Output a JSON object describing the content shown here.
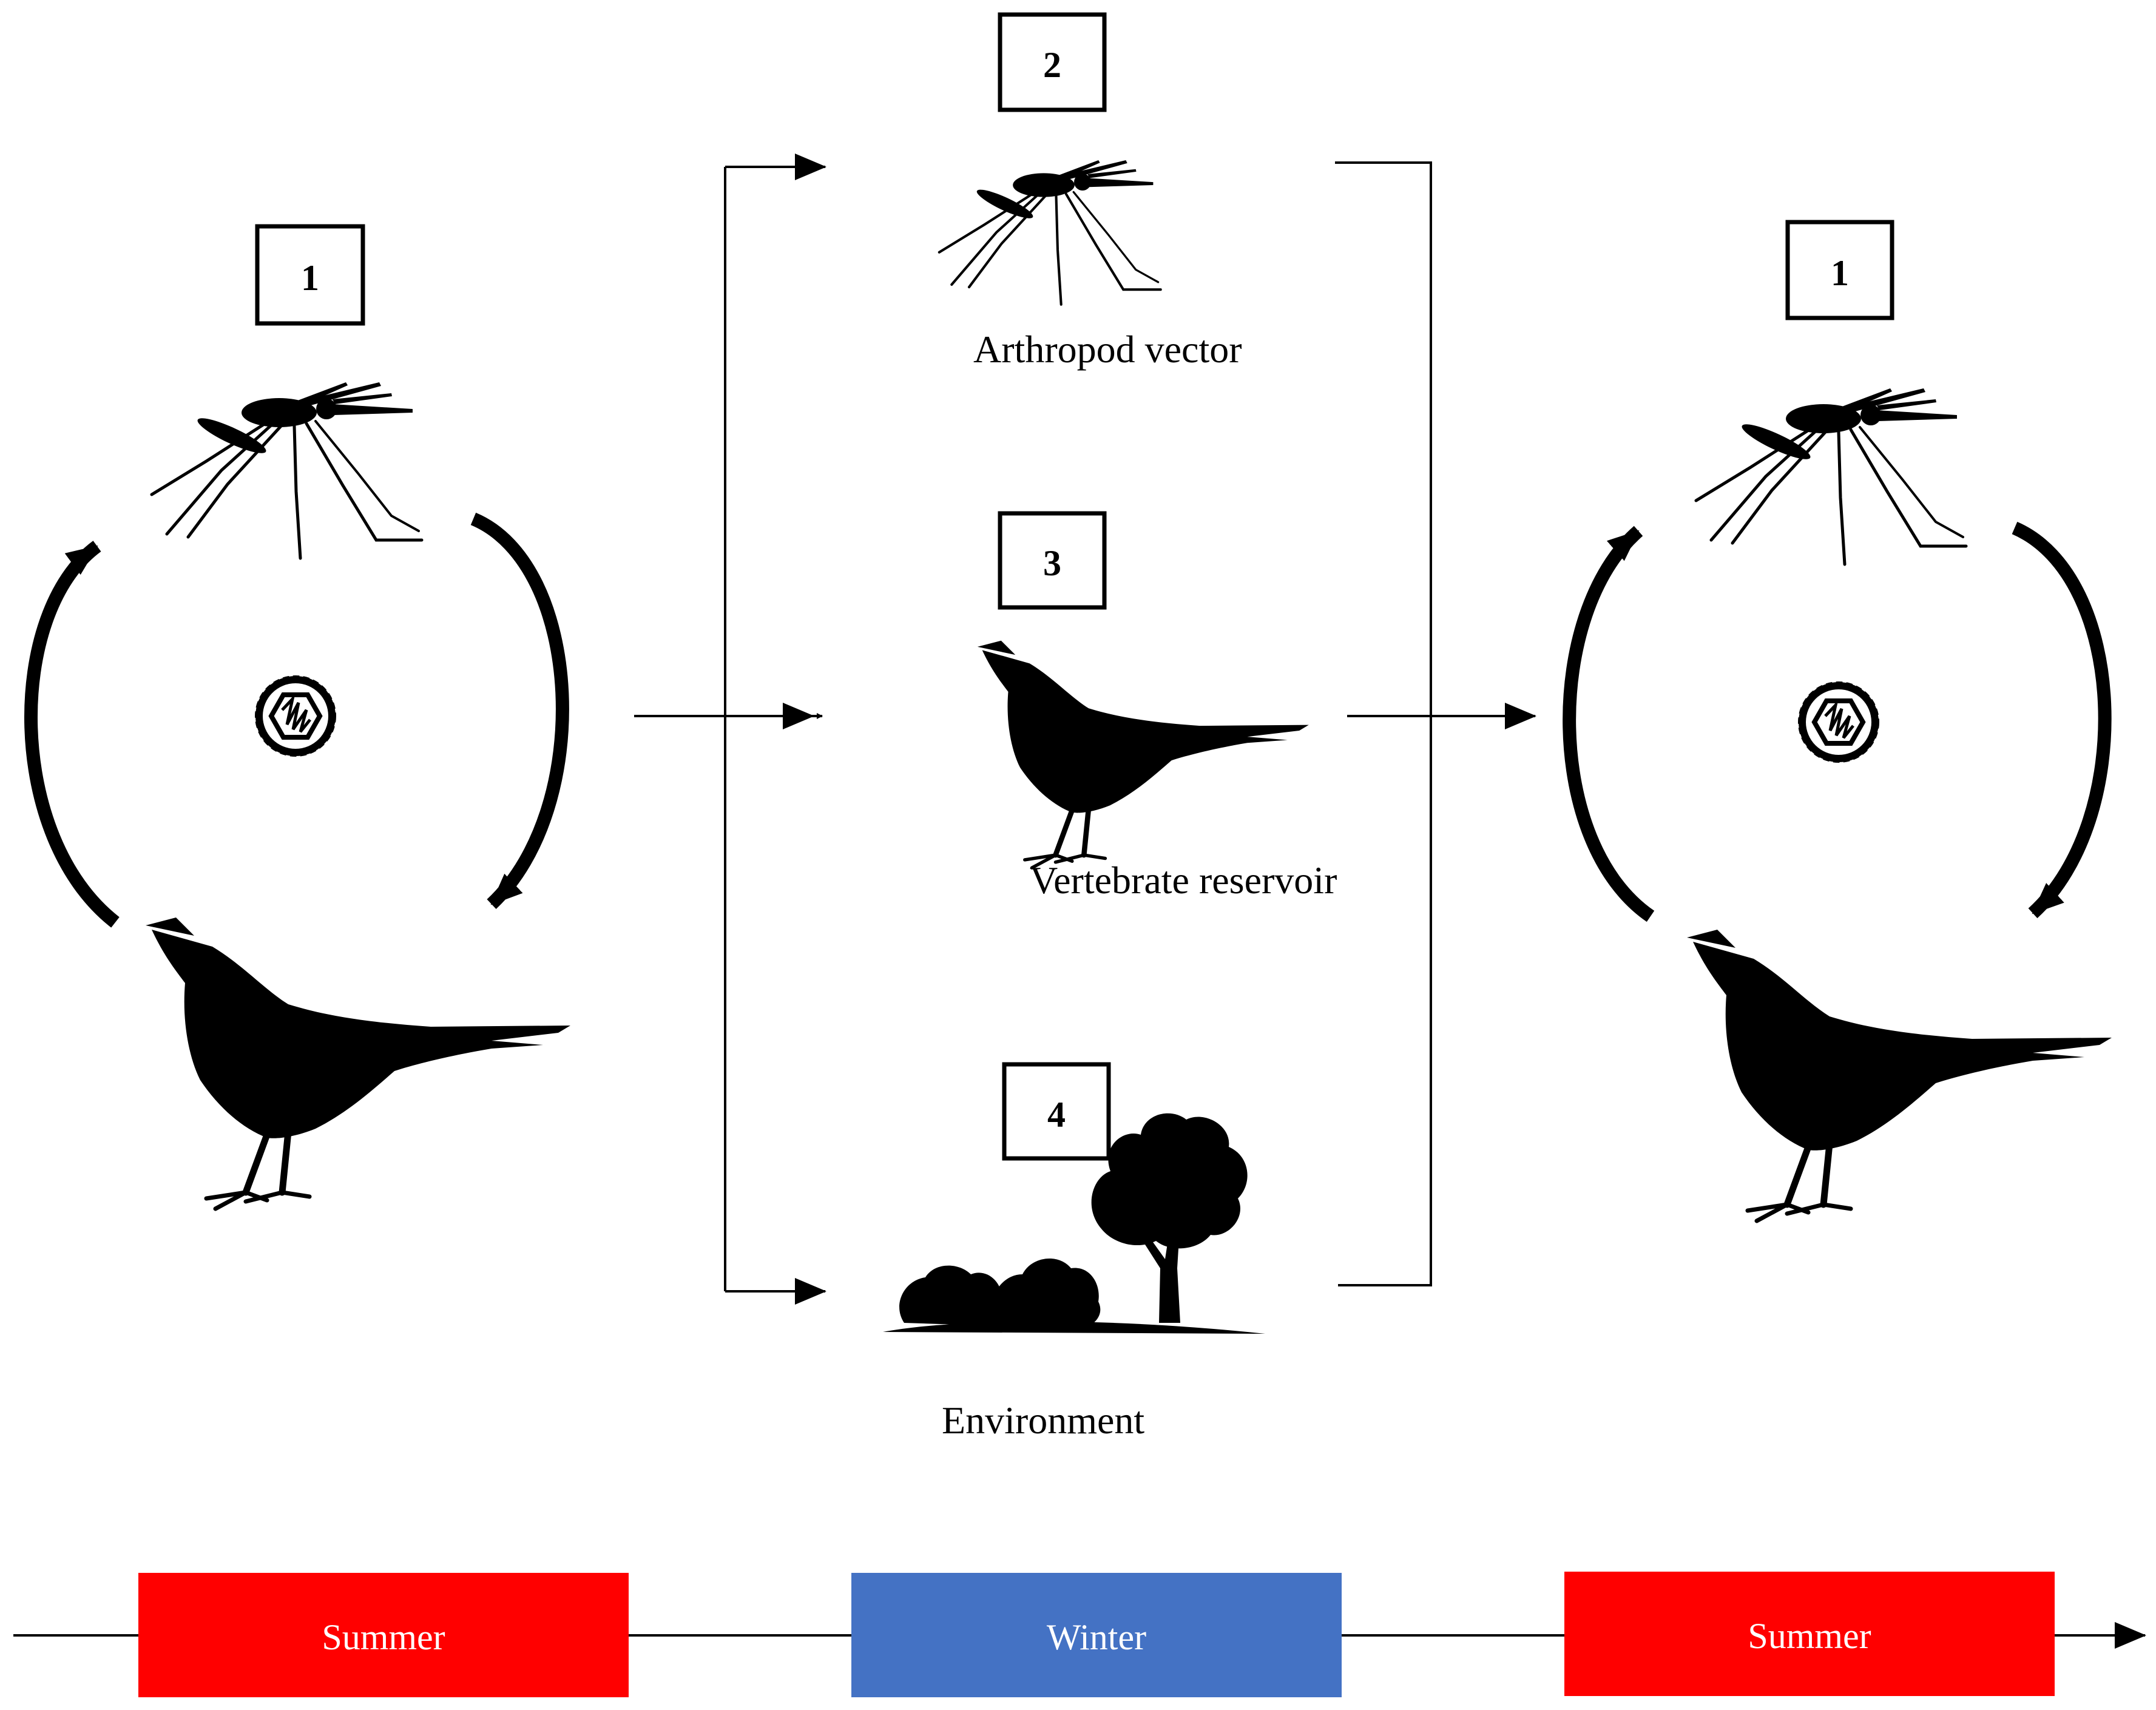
{
  "boxes": {
    "left_cycle": "1",
    "vector": "2",
    "reservoir": "3",
    "environment": "4",
    "right_cycle": "1"
  },
  "labels": {
    "arthropod_vector": "Arthropod vector",
    "vertebrate_reservoir": "Vertebrate reservoir",
    "environment": "Environment"
  },
  "timeline": [
    {
      "label": "Summer",
      "color": "#ff0000"
    },
    {
      "label": "Winter",
      "color": "#4472c4"
    },
    {
      "label": "Summer",
      "color": "#ff0000"
    }
  ],
  "colors": {
    "ink": "#000000",
    "season_text": "#ffffff"
  },
  "icons": [
    "mosquito-icon",
    "bird-icon",
    "virus-icon",
    "trees-icon",
    "curved-arrow-icon"
  ]
}
